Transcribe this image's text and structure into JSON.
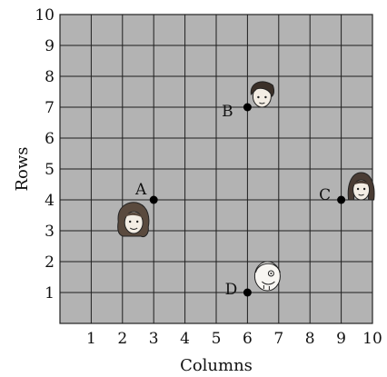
{
  "chart_data": {
    "type": "scatter",
    "title": "",
    "xlabel": "Columns",
    "ylabel": "Rows",
    "xlim": [
      0,
      10
    ],
    "ylim": [
      0,
      10
    ],
    "x_ticks": [
      "1",
      "2",
      "3",
      "4",
      "5",
      "6",
      "7",
      "8",
      "9",
      "10"
    ],
    "y_ticks": [
      "1",
      "2",
      "3",
      "4",
      "5",
      "6",
      "7",
      "8",
      "9",
      "10"
    ],
    "grid": true,
    "background": "#b3b3b3",
    "points": [
      {
        "label": "A",
        "x": 3,
        "y": 4,
        "icon": "girl-face-icon"
      },
      {
        "label": "B",
        "x": 6,
        "y": 7,
        "icon": "boy-face-icon"
      },
      {
        "label": "C",
        "x": 9,
        "y": 4,
        "icon": "woman-face-icon"
      },
      {
        "label": "D",
        "x": 6,
        "y": 1,
        "icon": "old-man-face-icon"
      }
    ]
  }
}
